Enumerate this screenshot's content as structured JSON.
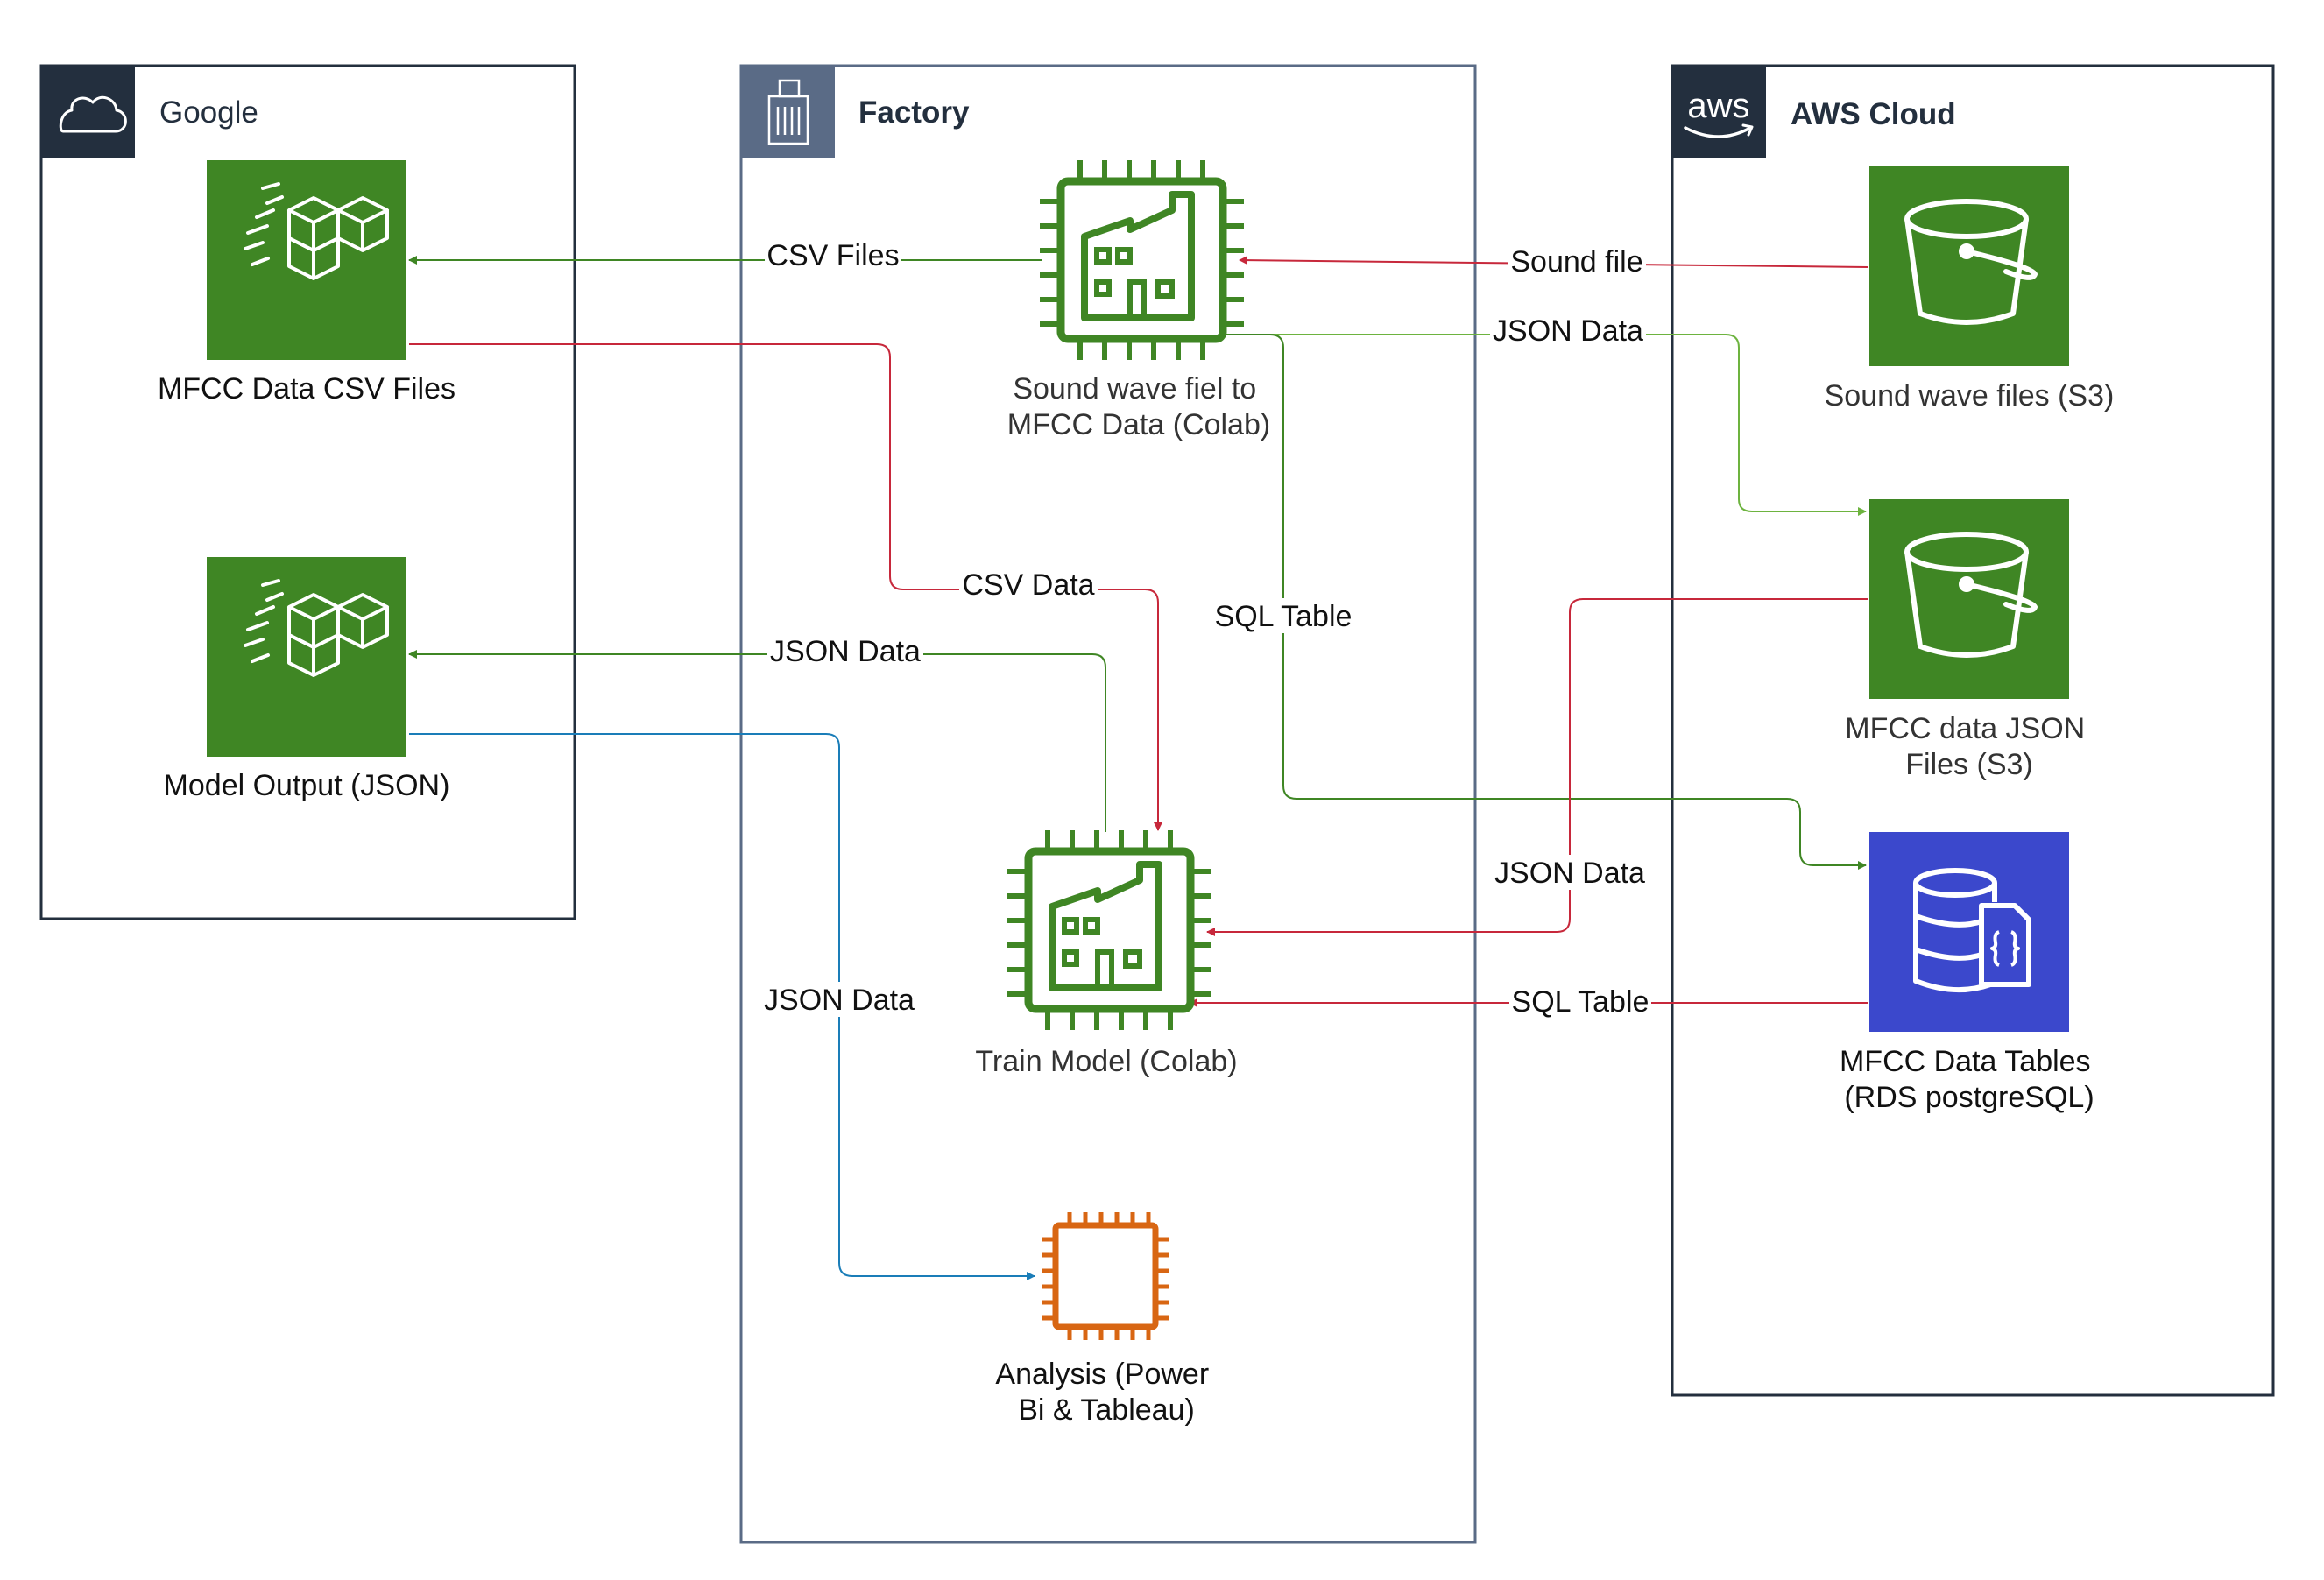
{
  "groups": {
    "google": {
      "title": "Google",
      "icon": "cloud-icon"
    },
    "factory": {
      "title": "Factory",
      "icon": "building-icon"
    },
    "aws": {
      "title": "AWS Cloud",
      "icon": "aws-logo-icon",
      "logo_text": "aws"
    }
  },
  "nodes": {
    "mfcc_csv": {
      "label_lines": [
        "MFCC Data CSV Files"
      ],
      "icon": "managed-blockchain-icon",
      "color": "#3f8624"
    },
    "model_output": {
      "label_lines": [
        "Model Output (JSON)"
      ],
      "icon": "managed-blockchain-icon",
      "color": "#3f8624"
    },
    "sound_to_mfcc": {
      "label_lines": [
        "Sound wave fiel to",
        "MFCC Data (Colab)"
      ],
      "icon": "factory-chip-icon",
      "color": "#3f8624"
    },
    "train_model": {
      "label_lines": [
        "Train Model (Colab)"
      ],
      "icon": "factory-chip-icon",
      "color": "#3f8624"
    },
    "analysis": {
      "label_lines": [
        "Analysis (Power",
        "Bi & Tableau)"
      ],
      "icon": "processor-chip-icon",
      "color": "#d86613"
    },
    "sound_s3": {
      "label_lines": [
        "Sound wave files (S3)"
      ],
      "icon": "s3-bucket-icon",
      "color": "#3f8624"
    },
    "mfcc_json_s3": {
      "label_lines": [
        "MFCC data JSON",
        "Files (S3)"
      ],
      "icon": "s3-bucket-icon",
      "color": "#3f8624"
    },
    "mfcc_tables": {
      "label_lines": [
        "MFCC Data Tables",
        "(RDS postgreSQL)"
      ],
      "icon": "rds-database-icon",
      "color": "#3b48cc"
    }
  },
  "edges": [
    {
      "id": "edge-csv-files",
      "from": "sound_to_mfcc",
      "to": "mfcc_csv",
      "label": "CSV Files",
      "color": "#3f8624"
    },
    {
      "id": "edge-sound-file",
      "from": "sound_s3",
      "to": "sound_to_mfcc",
      "label": "Sound file",
      "color": "#c7283b"
    },
    {
      "id": "edge-json-data-top",
      "from": "sound_to_mfcc",
      "to": "mfcc_json_s3",
      "label": "JSON Data",
      "color": "#6db33f"
    },
    {
      "id": "edge-sql-table-top",
      "from": "sound_to_mfcc",
      "to": "mfcc_tables",
      "label": "SQL Table",
      "color": "#3f8624"
    },
    {
      "id": "edge-csv-data",
      "from": "mfcc_csv",
      "to": "train_model",
      "label": "CSV Data",
      "color": "#c7283b"
    },
    {
      "id": "edge-json-data-output",
      "from": "train_model",
      "to": "model_output",
      "label": "JSON Data",
      "color": "#3f8624"
    },
    {
      "id": "edge-json-data-analysis",
      "from": "model_output",
      "to": "analysis",
      "label": "JSON Data",
      "color": "#1a7db8"
    },
    {
      "id": "edge-json-data-train",
      "from": "mfcc_json_s3",
      "to": "train_model",
      "label": "JSON Data",
      "color": "#c7283b"
    },
    {
      "id": "edge-sql-table-train",
      "from": "mfcc_tables",
      "to": "train_model",
      "label": "SQL Table",
      "color": "#c7283b"
    }
  ]
}
